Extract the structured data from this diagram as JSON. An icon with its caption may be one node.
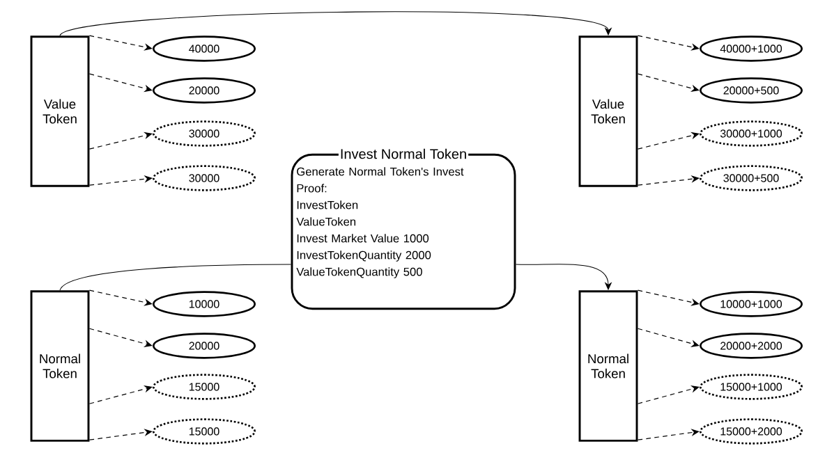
{
  "diagram": {
    "nodes": [
      {
        "text": [
          "Value Token"
        ]
      },
      {
        "text": [
          "40000"
        ]
      },
      {
        "text": [
          "20000"
        ]
      },
      {
        "text": [
          "30000"
        ]
      },
      {
        "text": [
          "30000"
        ]
      },
      {
        "text": [
          "Value Token"
        ]
      },
      {
        "text": [
          "40000+1000"
        ]
      },
      {
        "text": [
          "20000+500"
        ]
      },
      {
        "text": [
          "30000+1000"
        ]
      },
      {
        "text": [
          "30000+500"
        ]
      },
      {
        "text": [
          "Invest Normal Token",
          "Generate Normal Token's Invest Proof:",
          "InvestToken",
          "ValueToken",
          "Invest Market Value 1000",
          "InvestTokenQuantity 2000",
          "ValueTokenQuantity 500"
        ]
      },
      {
        "text": [
          "Normal Token"
        ]
      },
      {
        "text": [
          "10000"
        ]
      },
      {
        "text": [
          "20000"
        ]
      },
      {
        "text": [
          "15000"
        ]
      },
      {
        "text": [
          "15000"
        ]
      },
      {
        "text": [
          "Normal Token"
        ]
      },
      {
        "text": [
          "10000+1000"
        ]
      },
      {
        "text": [
          "20000+2000"
        ]
      },
      {
        "text": [
          "15000+1000"
        ]
      },
      {
        "text": [
          "15000+2000"
        ]
      }
    ],
    "edges": [
      {
        "from": 0,
        "to": 1,
        "arrow": "to",
        "style": "dashed"
      },
      {
        "from": 0,
        "to": 2,
        "arrow": "to",
        "style": "dashed"
      },
      {
        "from": 0,
        "to": 3,
        "arrow": "to",
        "style": "dashed"
      },
      {
        "from": 0,
        "to": 4,
        "arrow": "to",
        "style": "dashed"
      },
      {
        "from": 5,
        "to": 6,
        "arrow": "to",
        "style": "dashed"
      },
      {
        "from": 5,
        "to": 7,
        "arrow": "to",
        "style": "dashed"
      },
      {
        "from": 5,
        "to": 8,
        "arrow": "to",
        "style": "dashed"
      },
      {
        "from": 5,
        "to": 9,
        "arrow": "to",
        "style": "dashed"
      },
      {
        "from": 11,
        "to": 12,
        "arrow": "to",
        "style": "dashed"
      },
      {
        "from": 11,
        "to": 13,
        "arrow": "to",
        "style": "dashed"
      },
      {
        "from": 11,
        "to": 14,
        "arrow": "to",
        "style": "dashed"
      },
      {
        "from": 11,
        "to": 15,
        "arrow": "to",
        "style": "dashed"
      },
      {
        "from": 16,
        "to": 17,
        "arrow": "to",
        "style": "dashed"
      },
      {
        "from": 16,
        "to": 18,
        "arrow": "to",
        "style": "dashed"
      },
      {
        "from": 16,
        "to": 19,
        "arrow": "to",
        "style": "dashed"
      },
      {
        "from": 16,
        "to": 20,
        "arrow": "to",
        "style": "dashed"
      },
      {
        "from": 0,
        "to": 5,
        "arrow": "to"
      },
      {
        "from": 11,
        "to": 10,
        "arrow": "none"
      },
      {
        "from": 10,
        "to": 16,
        "arrow": "to"
      }
    ]
  }
}
